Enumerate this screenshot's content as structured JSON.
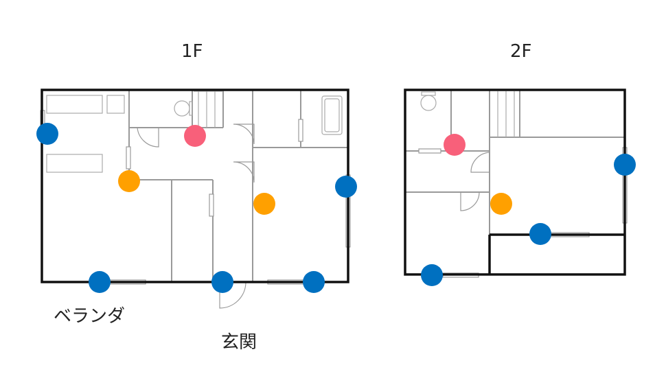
{
  "labels": {
    "floor1": "1F",
    "floor2": "2F",
    "veranda": "ベランダ",
    "entrance": "玄関"
  },
  "colors": {
    "blue": "#0070C0",
    "orange": "#FFA000",
    "pink": "#F8607A"
  },
  "markers_1f": [
    {
      "name": "marker-1f-pink",
      "color": "pink"
    },
    {
      "name": "marker-1f-blue-left",
      "color": "blue"
    },
    {
      "name": "marker-1f-orange-left",
      "color": "orange"
    },
    {
      "name": "marker-1f-orange-right",
      "color": "orange"
    },
    {
      "name": "marker-1f-blue-right",
      "color": "blue"
    },
    {
      "name": "marker-1f-blue-bottom-left",
      "color": "blue"
    },
    {
      "name": "marker-1f-blue-bottom-center",
      "color": "blue"
    },
    {
      "name": "marker-1f-blue-bottom-right",
      "color": "blue"
    }
  ],
  "markers_2f": [
    {
      "name": "marker-2f-pink",
      "color": "pink"
    },
    {
      "name": "marker-2f-orange",
      "color": "orange"
    },
    {
      "name": "marker-2f-blue-right",
      "color": "blue"
    },
    {
      "name": "marker-2f-blue-center",
      "color": "blue"
    },
    {
      "name": "marker-2f-blue-bottom-left",
      "color": "blue"
    }
  ]
}
